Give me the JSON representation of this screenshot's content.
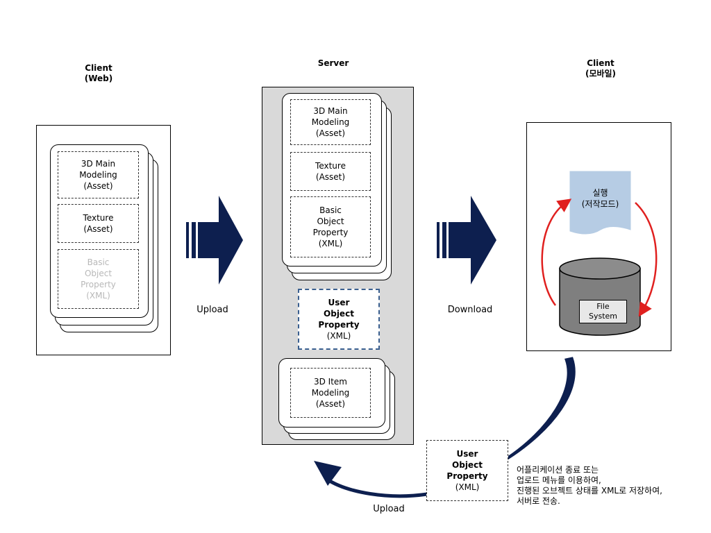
{
  "columns": {
    "client_web": {
      "title": "Client\n(Web)"
    },
    "server": {
      "title": "Server"
    },
    "client_mobile": {
      "title": "Client\n(모바일)"
    }
  },
  "client_web_stack": {
    "main_modeling": "3D Main\nModeling\n(Asset)",
    "texture": "Texture\n(Asset)",
    "basic_property": "Basic\nObject\nProperty\n(XML)"
  },
  "server_stack": {
    "main_modeling": "3D Main\nModeling\n(Asset)",
    "texture": "Texture\n(Asset)",
    "basic_property": "Basic\nObject\nProperty\n(XML)"
  },
  "server_user_property": {
    "bold": "User\nObject\nProperty",
    "normal": "(XML)"
  },
  "server_item_modeling": "3D Item\nModeling\n(Asset)",
  "arrows": {
    "upload_label": "Upload",
    "download_label": "Download",
    "bottom_upload_label": "Upload"
  },
  "mobile": {
    "run_doc": "실행\n(저작모드)",
    "file_system": "File\nSystem"
  },
  "bottom_user_property": {
    "bold": "User\nObject\nProperty",
    "normal": "(XML)"
  },
  "note_text": "어플리케이션 종료 또는\n업로드 메뉴를 이용하여,\n진행된 오브젝트 상태를 XML로 저장하여,\n서버로 전송.",
  "colors": {
    "arrow_navy": "#0d1f4f",
    "cycle_red": "#e0201f",
    "doc_blue": "#b6cce4",
    "cylinder_gray": "#7f7f7f",
    "server_bg": "#d9d9d9"
  }
}
